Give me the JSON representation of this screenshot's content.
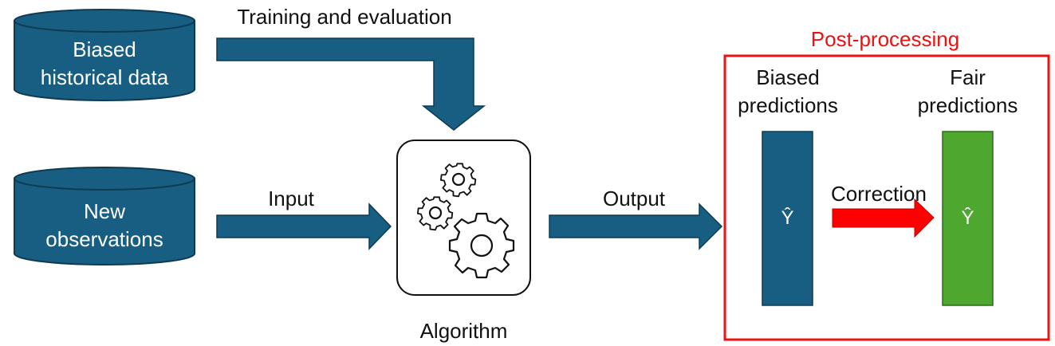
{
  "colors": {
    "primary_blue": "#175e82",
    "fair_green": "#4ea72e",
    "correction_red": "#ff0000",
    "outline": "#0f3b52"
  },
  "sources": {
    "historical": {
      "line1": "Biased",
      "line2": "historical data"
    },
    "observations": {
      "line1": "New",
      "line2": "observations"
    }
  },
  "arrows": {
    "training": "Training and evaluation",
    "input": "Input",
    "output": "Output",
    "correction": "Correction"
  },
  "algorithm": {
    "label": "Algorithm",
    "icon": "gears-icon"
  },
  "post_processing": {
    "title": "Post-processing",
    "biased": {
      "line1": "Biased",
      "line2": "predictions",
      "symbol": "Ŷ"
    },
    "fair": {
      "line1": "Fair",
      "line2": "predictions",
      "symbol": "Ŷ"
    }
  }
}
